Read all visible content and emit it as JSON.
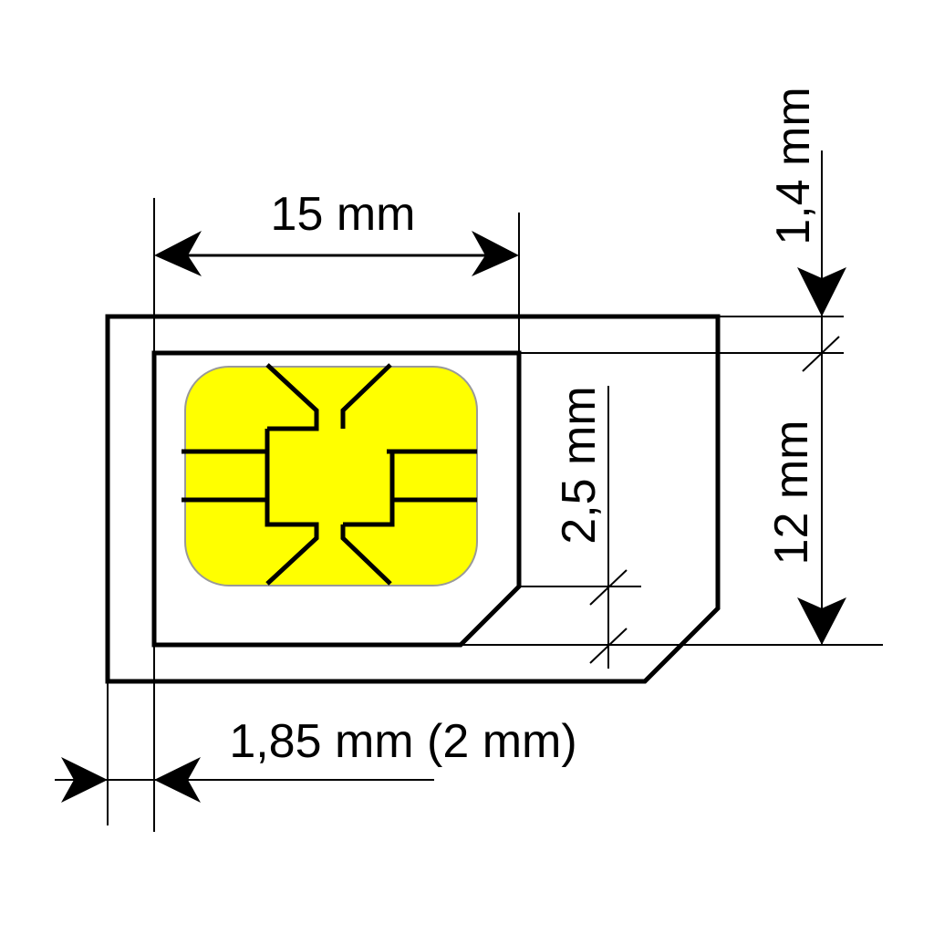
{
  "labels": {
    "width_15": "15 mm",
    "offset_1_4": "1,4 mm",
    "height_12": "12 mm",
    "chamfer_2_5": "2,5 mm",
    "offset_1_85": "1,85 mm (2 mm)"
  },
  "colors": {
    "line": "#000000",
    "chip_fill": "#ffff00",
    "chip_stroke": "#999999",
    "background": "#ffffff"
  }
}
